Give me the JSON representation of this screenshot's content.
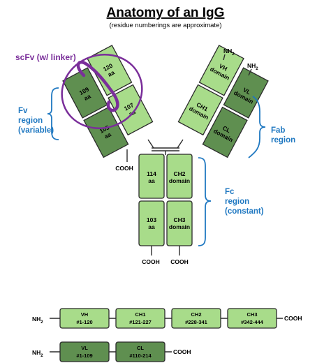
{
  "title": "Anatomy of an IgG",
  "subtitle": "(residue numberings are approximate)",
  "colors": {
    "light": "#a8dc8a",
    "dark": "#5f8f50",
    "stroke": "#2b2b2b",
    "region": "#1f78c1",
    "scfv": "#7a2e9a"
  },
  "left_arm": {
    "heavy_top": [
      "120",
      "aa"
    ],
    "heavy_bottom": [
      "107",
      "aa"
    ],
    "light_top": [
      "109",
      "aa"
    ],
    "light_bottom": [
      "105",
      "aa"
    ],
    "light_cooh": "COOH"
  },
  "right_arm": {
    "heavy_top": [
      "VH",
      "domain"
    ],
    "heavy_bottom": [
      "CH1",
      "domain"
    ],
    "light_top": [
      "VL",
      "domain"
    ],
    "light_bottom": [
      "CL",
      "domain"
    ],
    "nh2_heavy": "NH",
    "nh2_light": "NH",
    "nh2_sub": "2"
  },
  "fc": {
    "left_top": [
      "114",
      "aa"
    ],
    "left_bottom": [
      "103",
      "aa"
    ],
    "right_top": [
      "CH2",
      "domain"
    ],
    "right_bottom": [
      "CH3",
      "domain"
    ],
    "cooh_left": "COOH",
    "cooh_right": "COOH"
  },
  "labels": {
    "scfv": "scFv (w/ linker)",
    "fv": [
      "Fv",
      "region",
      "(variable)"
    ],
    "fab": [
      "Fab",
      "region"
    ],
    "fc": [
      "Fc",
      "region",
      "(constant)"
    ]
  },
  "heavy_chain": {
    "nh2": "NH",
    "nh2_sub": "2",
    "cooh": "COOH",
    "domains": [
      {
        "name": "VH",
        "range": "#1-120"
      },
      {
        "name": "CH1",
        "range": "#121-227"
      },
      {
        "name": "CH2",
        "range": "#228-341"
      },
      {
        "name": "CH3",
        "range": "#342-444"
      }
    ]
  },
  "light_chain": {
    "nh2": "NH",
    "nh2_sub": "2",
    "cooh": "COOH",
    "domains": [
      {
        "name": "VL",
        "range": "#1-109"
      },
      {
        "name": "CL",
        "range": "#110-214"
      }
    ]
  }
}
